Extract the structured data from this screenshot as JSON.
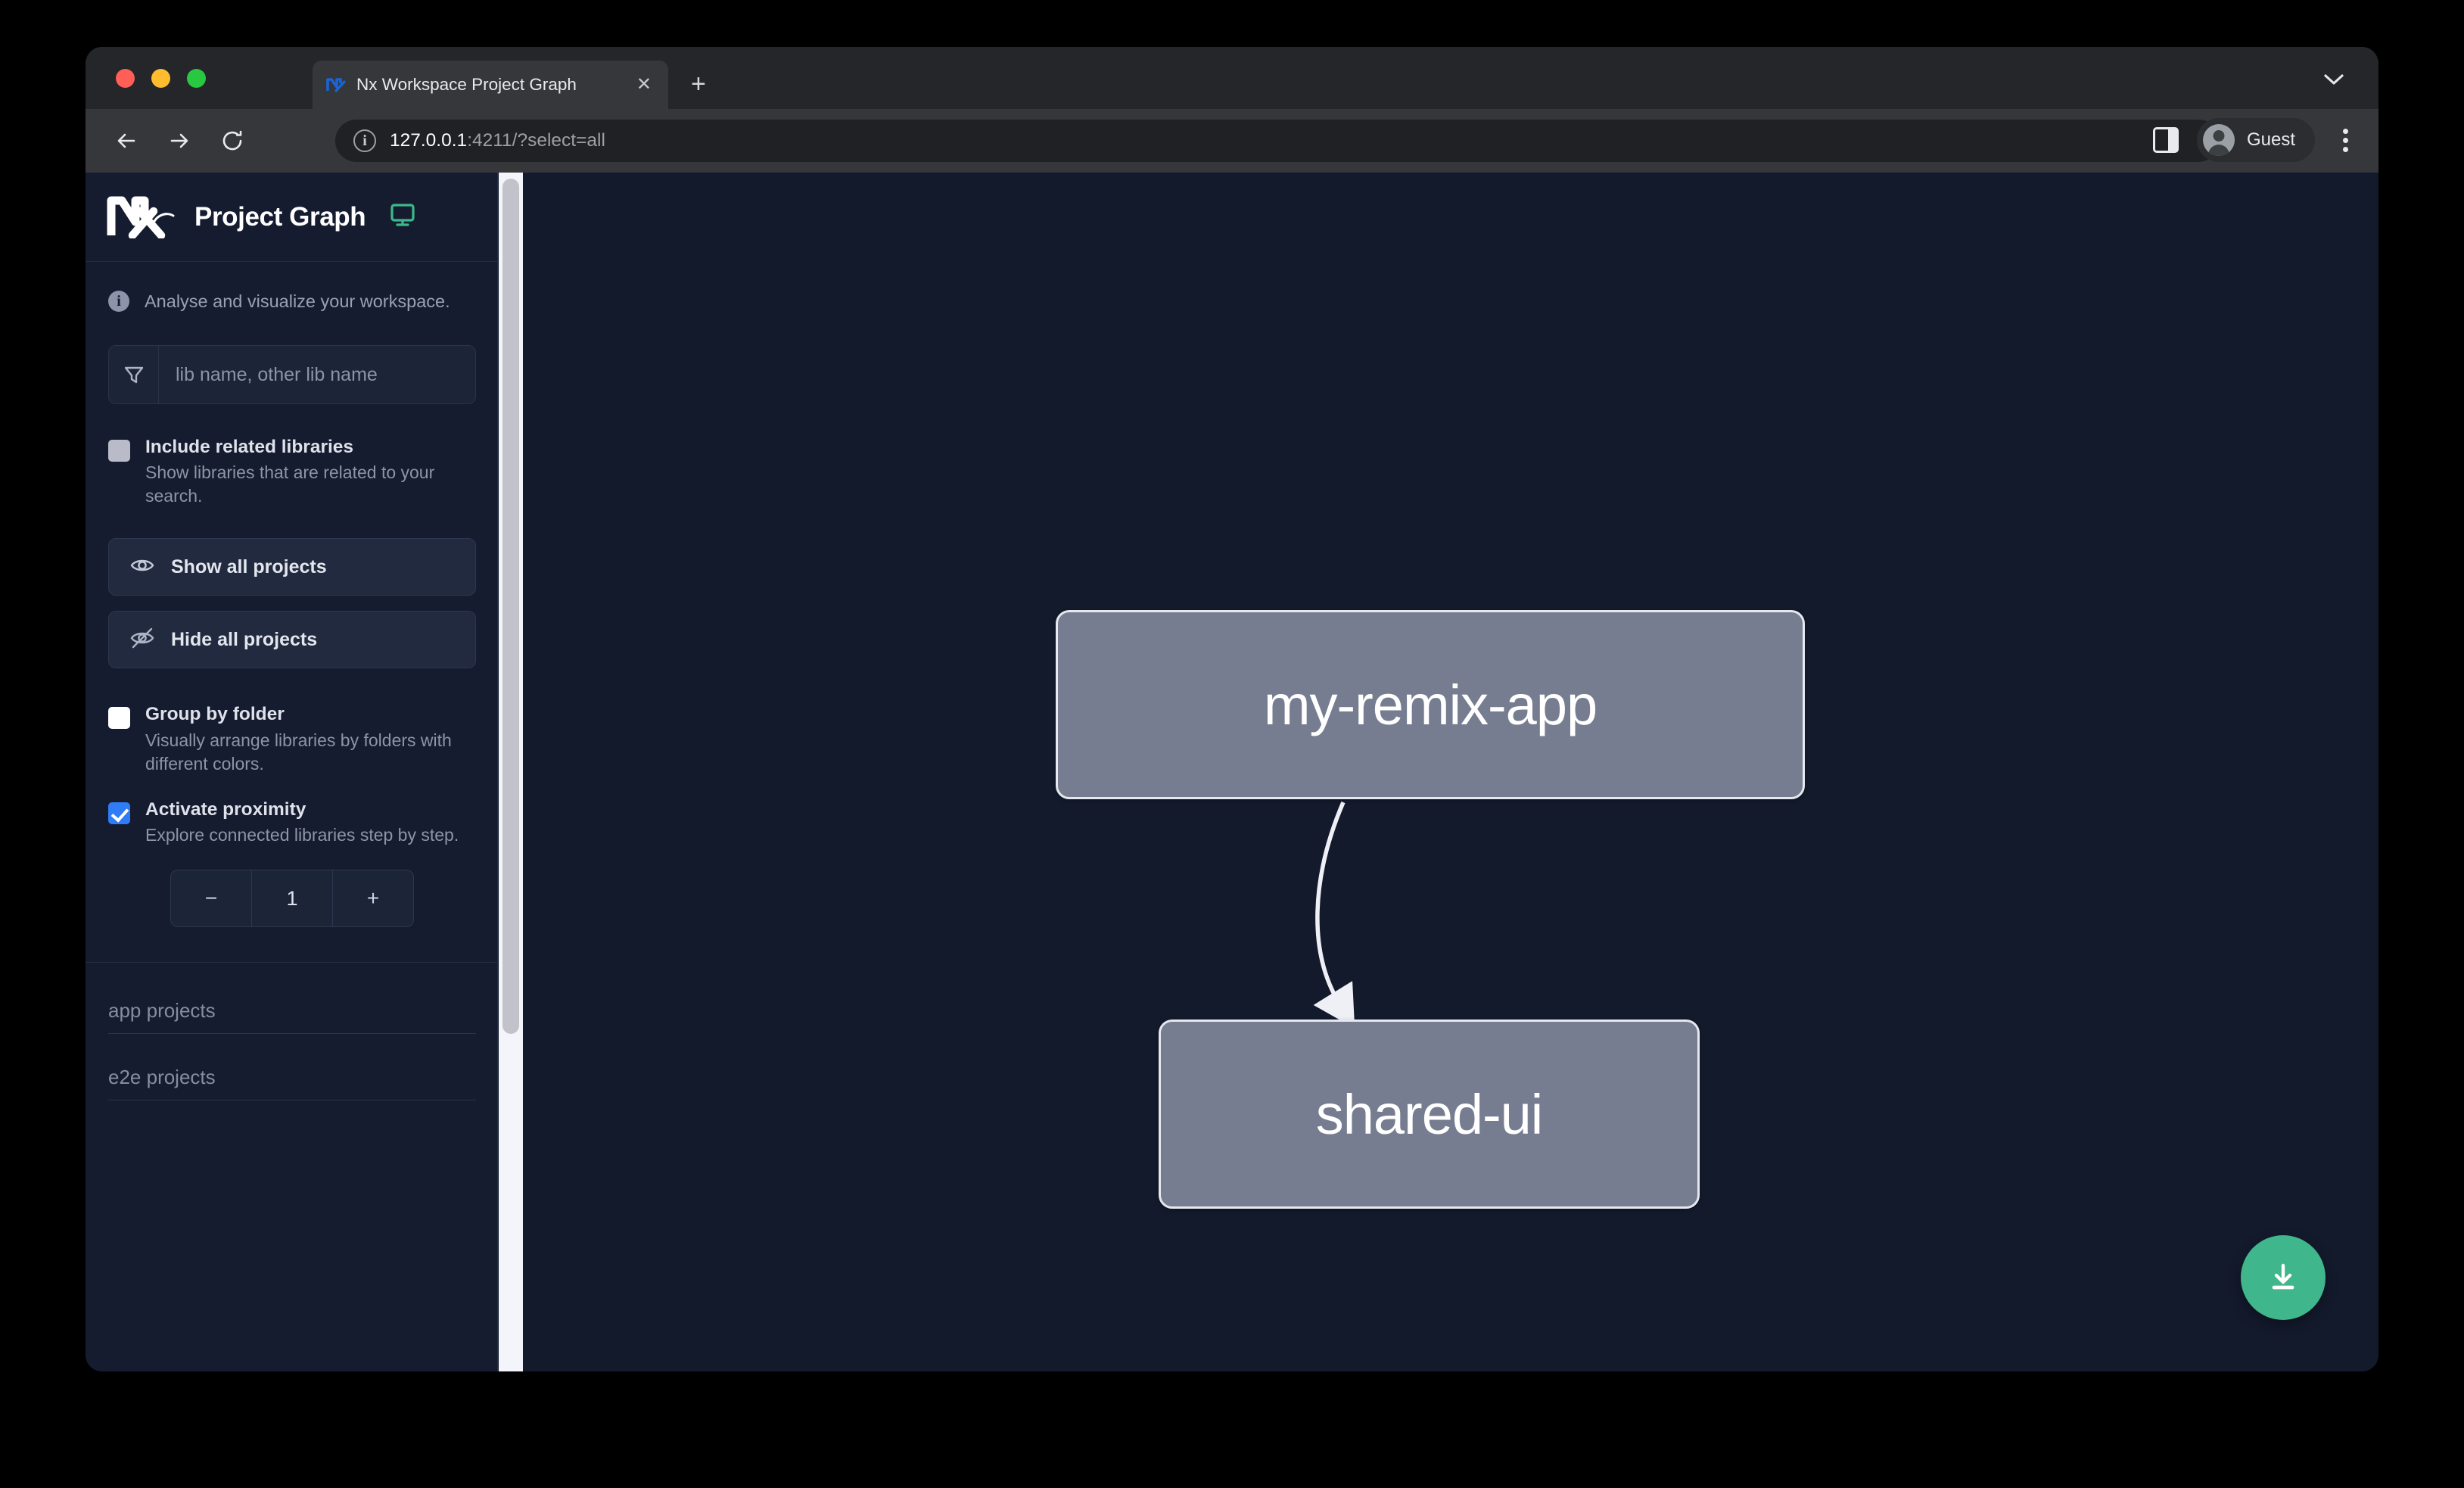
{
  "browser": {
    "tab": {
      "title": "Nx Workspace Project Graph",
      "favicon": "nx-favicon-icon",
      "close_label": "✕"
    },
    "new_tab_label": "+",
    "tabstrip_chevron": "⌄",
    "nav": {
      "back": "←",
      "forward": "→",
      "reload": "↻"
    },
    "omnibox": {
      "site_info_icon": "info-circle-icon",
      "url_host": "127.0.0.1",
      "url_path": ":4211/?select=all"
    },
    "profile": {
      "name": "Guest",
      "avatar_icon": "person-avatar-icon"
    },
    "sidepanel_icon": "side-panel-icon",
    "menu_icon": "three-dot-menu-icon"
  },
  "sidebar": {
    "logo_alt": "nx-logo",
    "title": "Project Graph",
    "monitor_icon": "monitor-icon",
    "info": {
      "icon": "info-icon",
      "text": "Analyse and visualize your workspace."
    },
    "filter": {
      "icon": "funnel-filter-icon",
      "placeholder": "lib name, other lib name",
      "value": ""
    },
    "options": [
      {
        "id": "include-related-libraries",
        "label": "Include related libraries",
        "description": "Show libraries that are related to your search.",
        "checked": false,
        "checkbox_style": "gray"
      },
      {
        "id": "group-by-folder",
        "label": "Group by folder",
        "description": "Visually arrange libraries by folders with different colors.",
        "checked": false,
        "checkbox_style": "white"
      },
      {
        "id": "activate-proximity",
        "label": "Activate proximity",
        "description": "Explore connected libraries step by step.",
        "checked": true,
        "checkbox_style": "blue"
      }
    ],
    "buttons": [
      {
        "id": "show-all-projects",
        "label": "Show all projects",
        "icon": "eye-icon"
      },
      {
        "id": "hide-all-projects",
        "label": "Hide all projects",
        "icon": "eye-off-icon"
      }
    ],
    "stepper": {
      "decrement_label": "−",
      "value": "1",
      "increment_label": "+"
    },
    "project_sections": [
      {
        "id": "app-projects",
        "title": "app projects"
      },
      {
        "id": "e2e-projects",
        "title": "e2e projects"
      }
    ]
  },
  "graph": {
    "nodes": [
      {
        "id": "my-remix-app",
        "label": "my-remix-app"
      },
      {
        "id": "shared-ui",
        "label": "shared-ui"
      }
    ],
    "edges": [
      {
        "from": "my-remix-app",
        "to": "shared-ui"
      }
    ],
    "download_button": {
      "icon": "download-icon",
      "color": "#3fb68b"
    }
  },
  "colors": {
    "page_background": "#131a2c",
    "sidebar_background": "#151c30",
    "node_fill": "#777d91",
    "node_border": "#e6e8ef",
    "accent_checkbox": "#2f7cf6",
    "accent_download": "#3fb68b",
    "edge_stroke": "#eef0f5"
  }
}
